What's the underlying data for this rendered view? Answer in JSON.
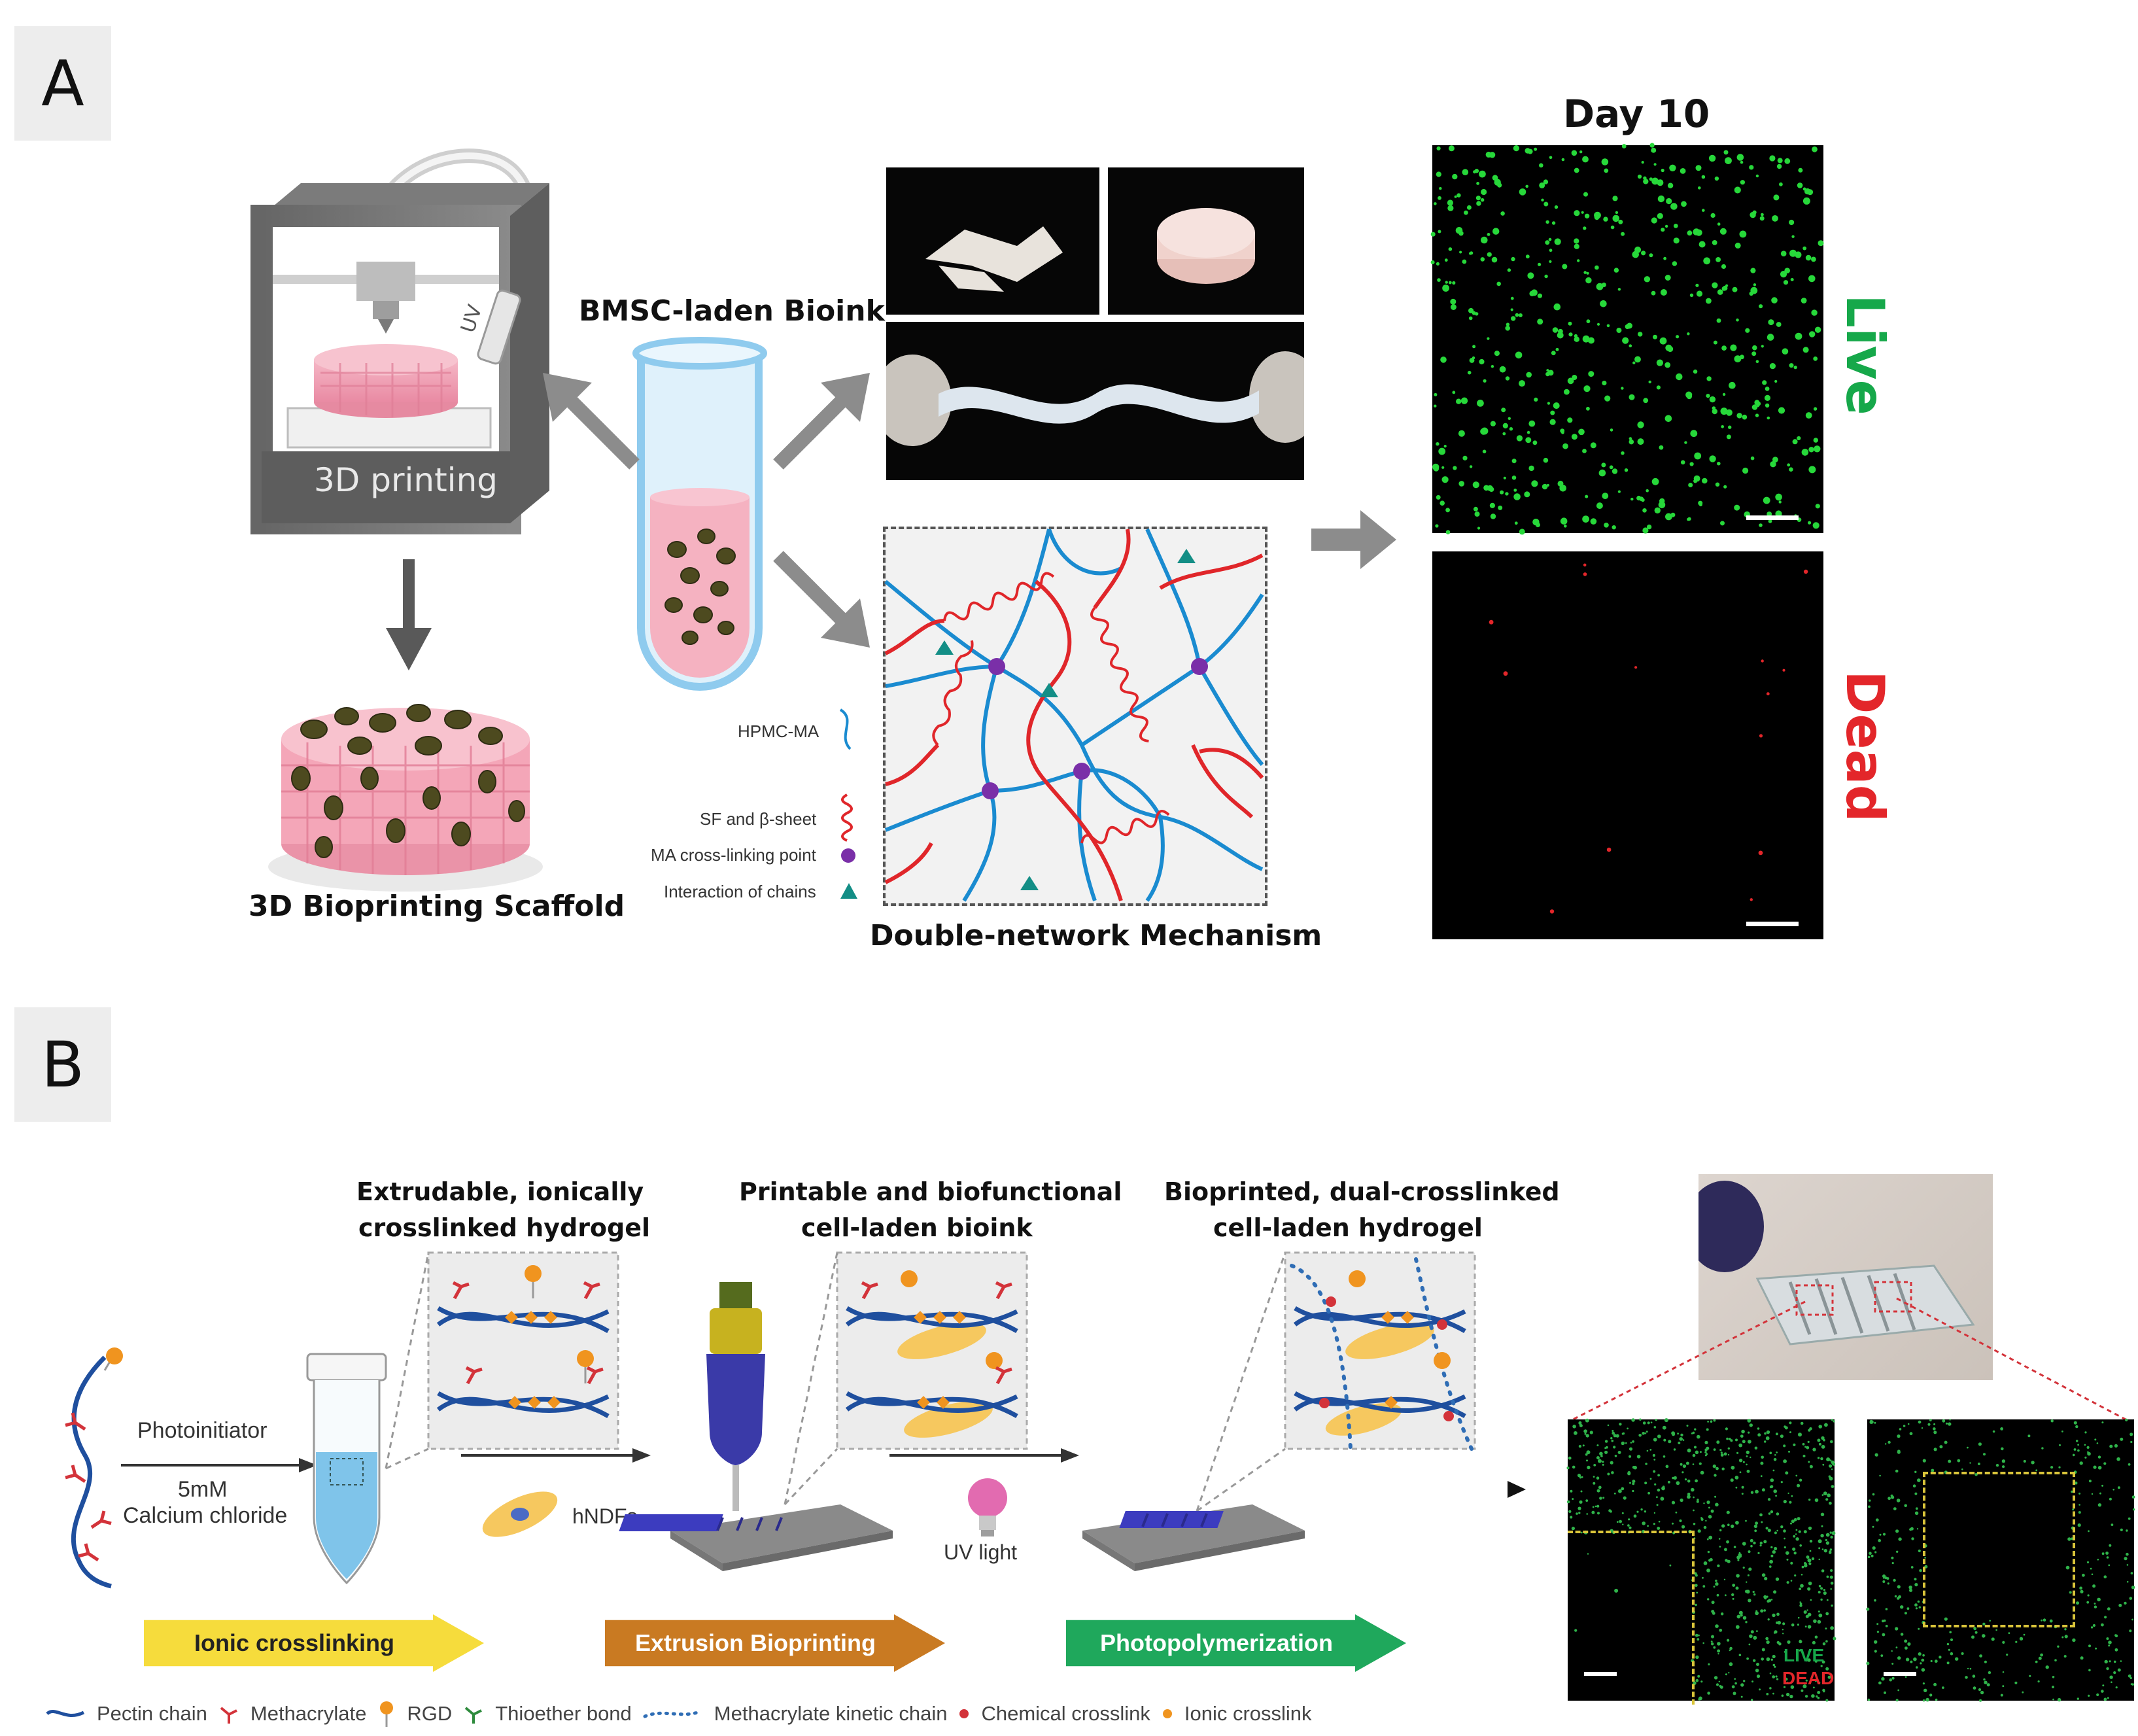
{
  "panel_a": {
    "label": "A",
    "printer_label": "3D printing",
    "uv_label": "UV",
    "bioink_label": "BMSC-laden Bioink",
    "scaffold_label": "3D Bioprinting Scaffold",
    "mechanism_label": "Double-network Mechanism",
    "day_label": "Day 10",
    "live_label": "Live",
    "dead_label": "Dead",
    "legend": [
      {
        "text": "HPMC-MA",
        "symbol": "blue-chain"
      },
      {
        "text": "SF and β-sheet",
        "symbol": "red-helix"
      },
      {
        "text": "MA cross-linking point",
        "symbol": "purple-dot"
      },
      {
        "text": "Interaction of chains",
        "symbol": "teal-triangle"
      }
    ],
    "colors": {
      "hpmc": "#1a8bd0",
      "sf": "#e0262a",
      "crosslink": "#7a2fa8",
      "interaction": "#138e86",
      "live": "#16a84a",
      "dead": "#e3262a",
      "arrow": "#8c8c8c"
    }
  },
  "panel_b": {
    "label": "B",
    "photoinitiator": "Photoinitiator",
    "concentration": "5mM",
    "calcium": "Calcium chloride",
    "hndfs": "hNDFs",
    "uv_light": "UV light",
    "stage1_title": [
      "Extrudable, ionically",
      "crosslinked hydrogel"
    ],
    "stage2_title": [
      "Printable and biofunctional",
      "cell-laden bioink"
    ],
    "stage3_title": [
      "Bioprinted, dual-crosslinked",
      "cell-laden hydrogel"
    ],
    "steps": [
      "Ionic crosslinking",
      "Extrusion Bioprinting",
      "Photopolymerization"
    ],
    "live_text": "LIVE",
    "dead_text": "DEAD",
    "legend": [
      {
        "text": "Pectin chain",
        "color": "#1f4f9e"
      },
      {
        "text": "Methacrylate",
        "color": "#d3333a"
      },
      {
        "text": "RGD",
        "color": "#f0941f"
      },
      {
        "text": "Thioether bond",
        "color": "#2e8b3d"
      },
      {
        "text": "Methacrylate kinetic chain",
        "color": "#2f6db5"
      },
      {
        "text": "Chemical crosslink",
        "color": "#d3333a"
      },
      {
        "text": "Ionic crosslink",
        "color": "#f0941f"
      }
    ],
    "colors": {
      "step1": "#f6dc3c",
      "step2": "#c97a22",
      "step3": "#1fa85c"
    }
  }
}
